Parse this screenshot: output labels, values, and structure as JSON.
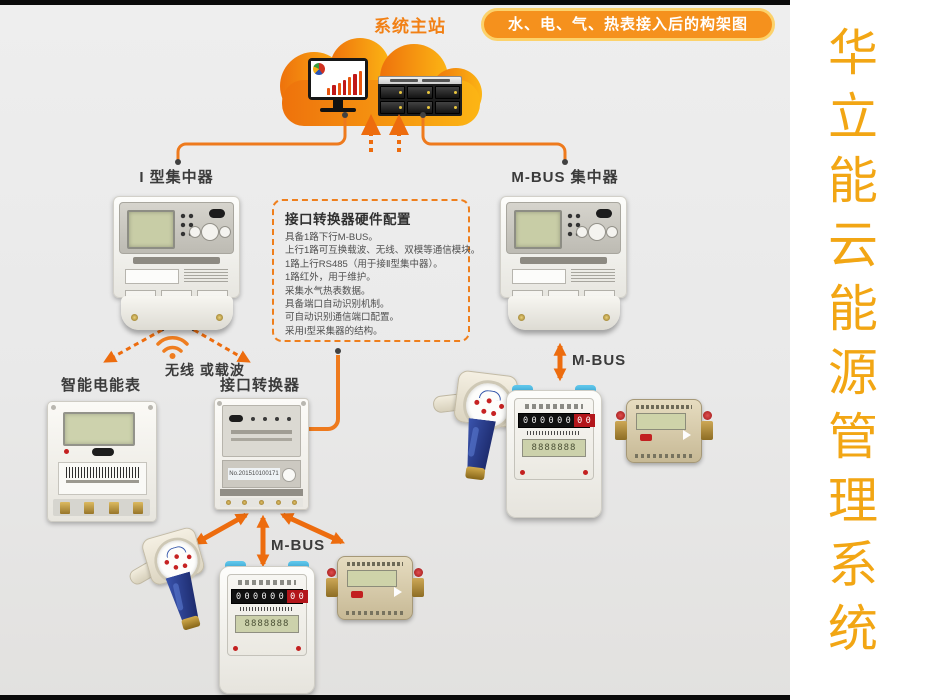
{
  "colors": {
    "accent_orange": "#ee7a1d",
    "gold_title": "#f2a614",
    "badge_bg": "#f5911d",
    "badge_border": "#fcd26b"
  },
  "header": {
    "system_label": "系统主站",
    "badge": "水、电、气、热表接入后的构架图"
  },
  "title_vertical": "华立能云能源管理系统",
  "nodes": {
    "concentrator1_label": "I 型集中器",
    "concentrator_mbus_label": "M-BUS 集中器",
    "smart_meter_label": "智能电能表",
    "converter_label": "接口转换器",
    "wireless_label": "无线  或载波",
    "mbus_label_right": "M-BUS",
    "mbus_label_bottom": "M-BUS"
  },
  "config_box": {
    "title": "接口转换器硬件配置",
    "lines": [
      "具备1路下行M-BUS。",
      "上行1路可互换载波、无线、双模等通信模块。",
      "1路上行RS485（用于接Ⅱ型集中器）。",
      "1路红外，用于维护。",
      "采集水气热表数据。",
      "具备端口自动识别机制。",
      "可自动识别通信端口配置。",
      "采用I型采集器的结构。"
    ]
  },
  "devices": {
    "converter_serial": "No.201510100171",
    "gas_odometer_black": "000000",
    "gas_odometer_red": "00",
    "gas_lcd": "8888888"
  }
}
